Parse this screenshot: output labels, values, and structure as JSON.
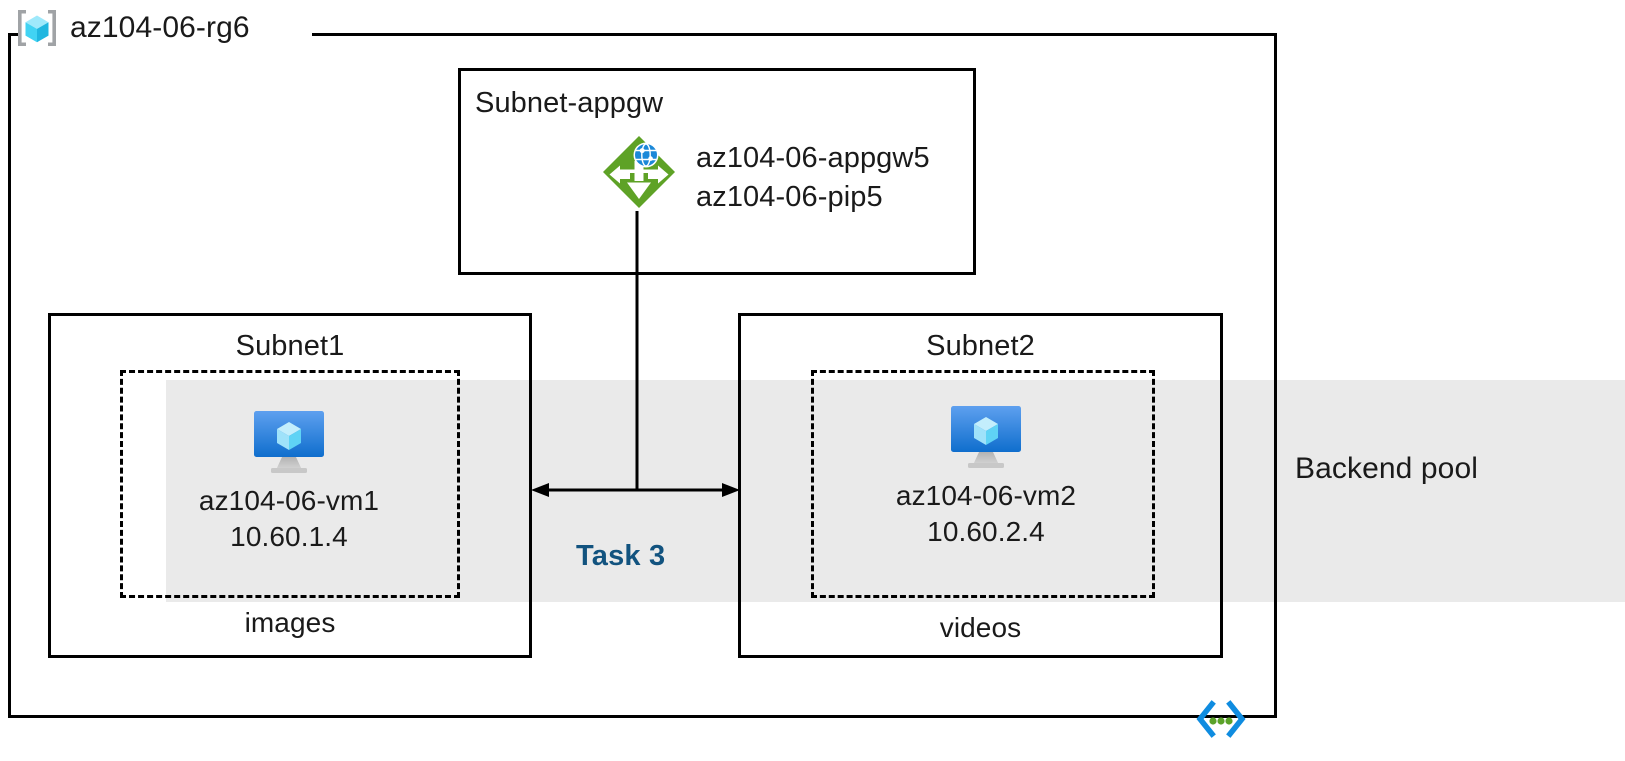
{
  "diagram": {
    "type": "azure-architecture",
    "resource_group": {
      "name": "az104-06-rg6",
      "icon": "resource-group-cube-icon"
    },
    "backend_pool": {
      "label": "Backend pool",
      "band_color": "#eaeaea"
    },
    "subnets": [
      {
        "id": "appgw",
        "title": "Subnet-appgw",
        "resources": [
          {
            "icon": "application-gateway-icon",
            "lines": [
              "az104-06-appgw5",
              "az104-06-pip5"
            ]
          }
        ]
      },
      {
        "id": "subnet1",
        "title": "Subnet1",
        "caption": "images",
        "vm": {
          "icon": "virtual-machine-icon",
          "name": "az104-06-vm1",
          "ip": "10.60.1.4"
        }
      },
      {
        "id": "subnet2",
        "title": "Subnet2",
        "caption": "videos",
        "vm": {
          "icon": "virtual-machine-icon",
          "name": "az104-06-vm2",
          "ip": "10.60.2.4"
        }
      }
    ],
    "annotations": [
      {
        "id": "task3",
        "label": "Task 3",
        "color": "#12537f"
      }
    ],
    "vnet_icon": {
      "name": "virtual-network-icon",
      "bracket_color": "#0f8ce0",
      "dot_color": "#5ba229"
    }
  }
}
